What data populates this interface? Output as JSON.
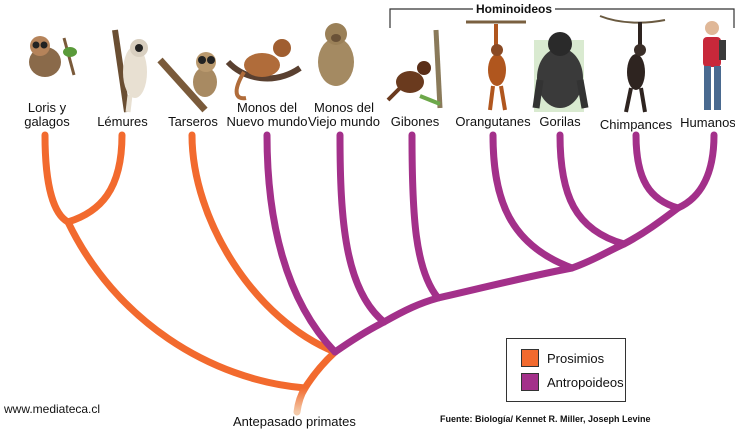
{
  "header": {
    "hominoid_label": "Hominoideos"
  },
  "taxa": [
    {
      "id": "loris",
      "label": "Loris y\ngalagos",
      "group": "prosimian",
      "icon": "loris-icon"
    },
    {
      "id": "lemur",
      "label": "Lémures",
      "group": "prosimian",
      "icon": "lemur-icon"
    },
    {
      "id": "tarsier",
      "label": "Tarseros",
      "group": "prosimian",
      "icon": "tarsier-icon"
    },
    {
      "id": "new-world",
      "label": "Monos del\nNuevo mundo",
      "group": "anthropoid",
      "icon": "new-world-monkey-icon"
    },
    {
      "id": "old-world",
      "label": "Monos del\nViejo mundo",
      "group": "anthropoid",
      "icon": "old-world-monkey-icon"
    },
    {
      "id": "gibbon",
      "label": "Gibones",
      "group": "anthropoid",
      "icon": "gibbon-icon"
    },
    {
      "id": "orangutan",
      "label": "Orangutanes",
      "group": "anthropoid",
      "icon": "orangutan-icon"
    },
    {
      "id": "gorilla",
      "label": "Gorilas",
      "group": "anthropoid",
      "icon": "gorilla-icon"
    },
    {
      "id": "chimp",
      "label": "Chimpances",
      "group": "anthropoid",
      "icon": "chimpanzee-icon"
    },
    {
      "id": "human",
      "label": "Humanos",
      "group": "anthropoid",
      "icon": "human-icon"
    }
  ],
  "legend": {
    "items": [
      {
        "label": "Prosimios",
        "color": "#f26a2e"
      },
      {
        "label": "Antropoideos",
        "color": "#a3308a"
      }
    ]
  },
  "colors": {
    "prosimian": "#f26a2e",
    "anthropoid": "#a3308a",
    "root_fade": "#f3c9a8"
  },
  "footer": {
    "website": "www.mediateca.cl",
    "root_label": "Antepasado primates",
    "source": "Fuente:  Biología/ Kennet R. Miller, Joseph Levine"
  }
}
